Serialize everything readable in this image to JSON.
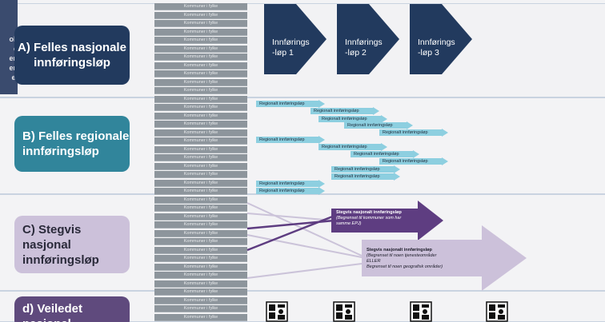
{
  "rows": {
    "a": {
      "label": "A) Felles nasjonale innføringsløp"
    },
    "b": {
      "label": "B) Felles regionale innføringsløp"
    },
    "c": {
      "label": "C) Stegvis nasjonal innføringsløp"
    },
    "d": {
      "label": "d) Veiledet nasjonal innføringsløp"
    }
  },
  "kommune_cell_label": "Kommuner i fylke",
  "chevrons": [
    {
      "label": "Innførings -løp 1"
    },
    {
      "label": "Innførings -løp 2"
    },
    {
      "label": "Innførings -løp 3"
    }
  ],
  "regional_arrow_label": "Regionalt innføringsløp",
  "stegvis_arrows": [
    {
      "title": "Stegvis nasjonalt innføringsløp",
      "sub1": "(Begrenset til kommuner som har",
      "sub2": "samme EPJ)",
      "sub3": ""
    },
    {
      "title": "Stegvis nasjonalt innføringsløp",
      "sub1": "(Begrenset til noen tjenesteområder",
      "sub2": "ELLER",
      "sub3": "Begrenset til noen geografisk områder)"
    }
  ],
  "thumb_text": [
    "ok",
    "e",
    "en",
    "en",
    "el"
  ],
  "colors": {
    "navy": "#223a5e",
    "teal": "#31859b",
    "lilac": "#ccc1da",
    "purple": "#5f4a7d",
    "light_blue_arrow": "#8dcfe0"
  },
  "icons": [
    "meeting-icon",
    "meeting-icon",
    "meeting-icon",
    "meeting-icon"
  ]
}
